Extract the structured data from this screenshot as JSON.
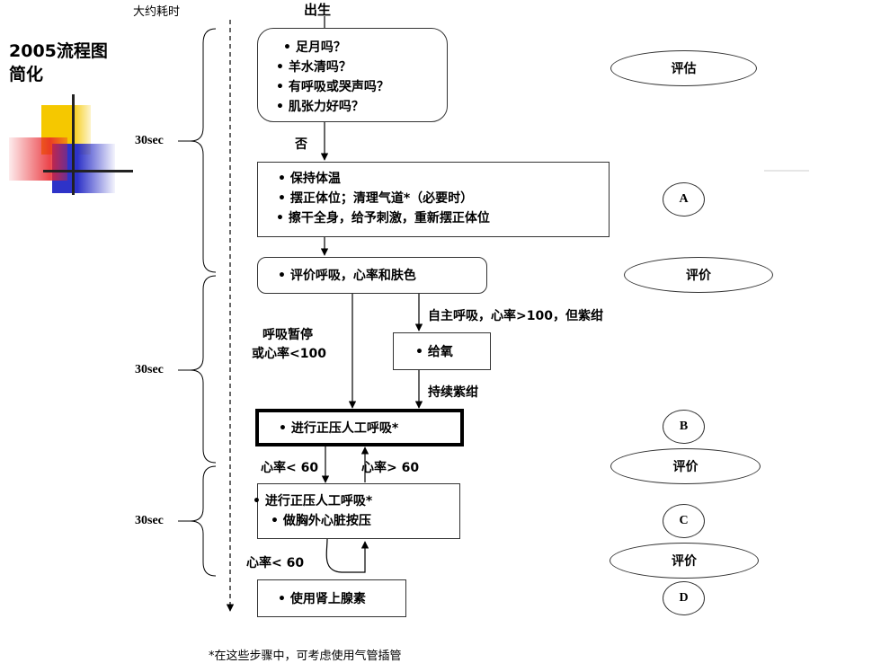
{
  "header": {
    "time_label": "大约耗时",
    "start_label": "出生"
  },
  "title": {
    "line1": "2005流程图",
    "line2": "简化"
  },
  "time_labels": [
    "30sec",
    "30sec",
    "30sec"
  ],
  "boxes": {
    "assess": [
      "足月吗？",
      "羊水清吗？",
      "有呼吸或哭声吗？",
      "肌张力好吗？"
    ],
    "step_a": [
      "保持体温",
      "摆正体位；清理气道*（必要时）",
      "擦干全身，给予刺激，重新摆正体位"
    ],
    "evaluate": "评价呼吸，心率和肤色",
    "oxygen": "给氧",
    "ppv": "进行正压人工呼吸*",
    "ppv_cpr": [
      "进行正压人工呼吸*",
      "做胸外心脏按压"
    ],
    "epinephrine": "使用肾上腺素"
  },
  "flow_labels": {
    "no": "否",
    "spontaneous": "自主呼吸，心率>100，但紫绀",
    "apnea_line1": "呼吸暂停",
    "apnea_line2": "或心率<100",
    "persistent_cyanosis": "持续紫绀",
    "hr_lt_60_a": "心率< 60",
    "hr_gt_60": "心率> 60",
    "hr_lt_60_b": "心率< 60"
  },
  "side_ovals": {
    "assess": "评估",
    "a": "A",
    "evaluate1": "评价",
    "b": "B",
    "evaluate2": "评价",
    "c": "C",
    "evaluate3": "评价",
    "d": "D"
  },
  "footnote": "*在这些步骤中，可考虑使用气管插管",
  "colors": {
    "yellow": "#f5c800",
    "red": "#e8232b",
    "blue": "#2e33c8"
  }
}
